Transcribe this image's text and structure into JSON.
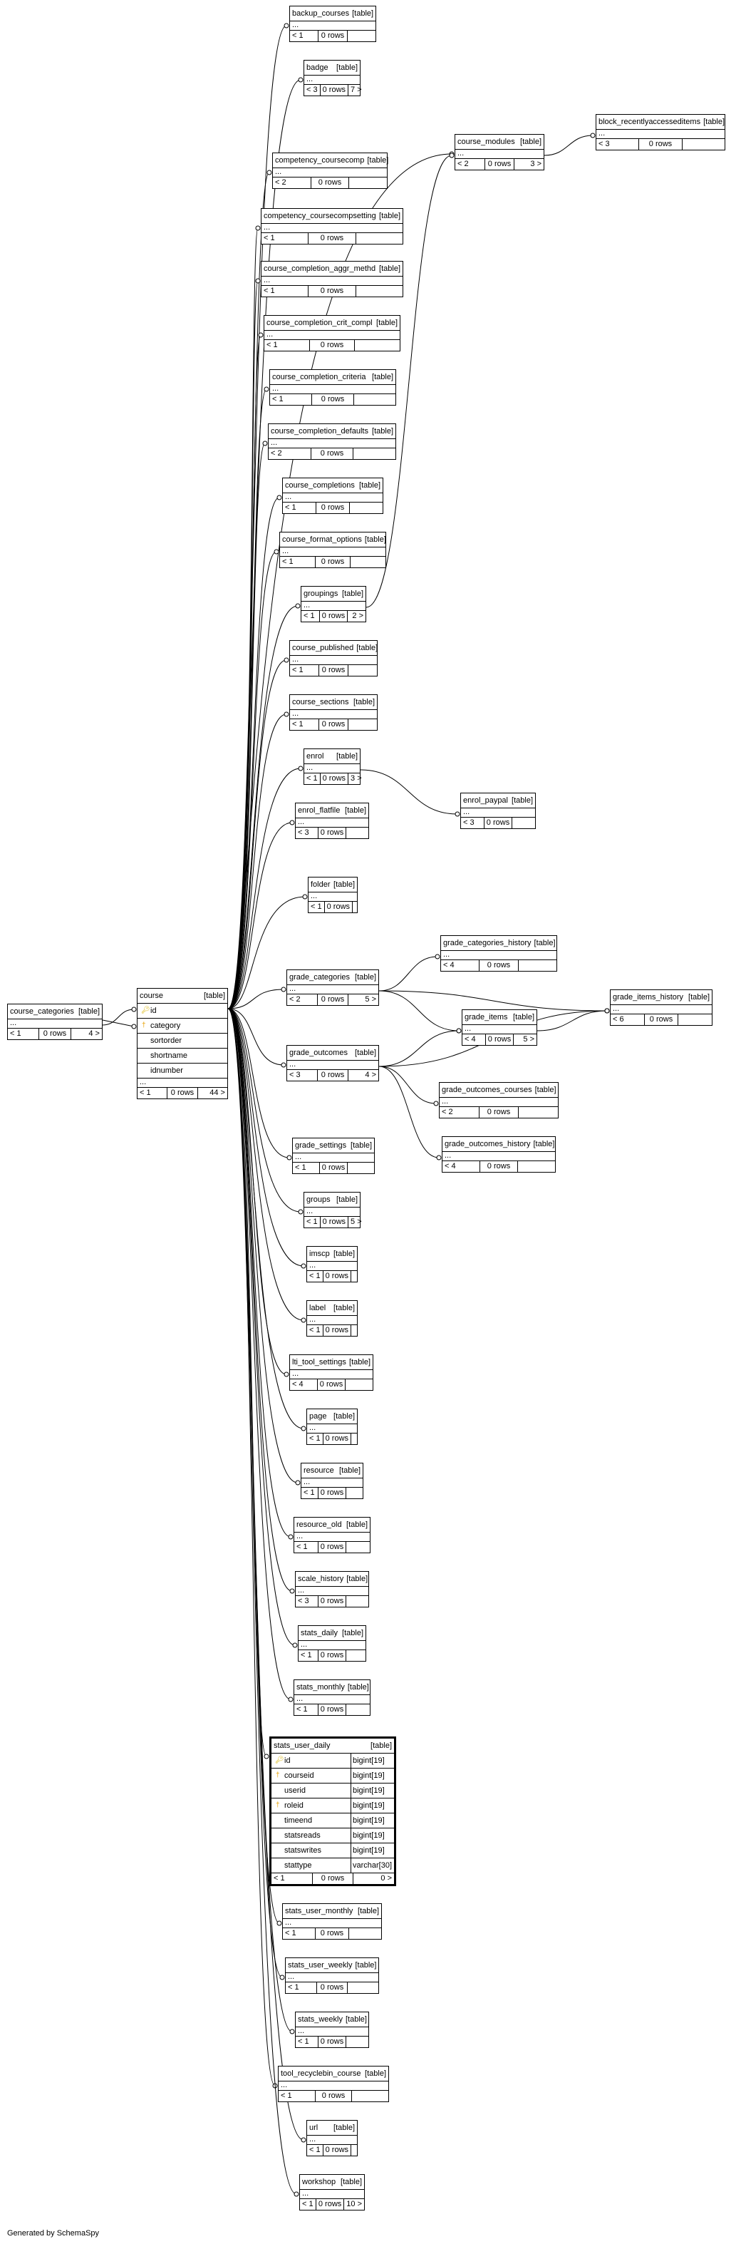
{
  "footer": "Generated by SchemaSpy",
  "kind_label": "[table]",
  "ellipsis": "...",
  "tables": [
    {
      "id": "backup_courses",
      "name": "backup_courses",
      "parents": "< 1",
      "rows": "0 rows",
      "children": ""
    },
    {
      "id": "badge",
      "name": "badge",
      "parents": "< 3",
      "rows": "0 rows",
      "children": "7 >"
    },
    {
      "id": "block_recentlyaccesseditems",
      "name": "block_recentlyaccesseditems",
      "parents": "< 3",
      "rows": "0 rows",
      "children": ""
    },
    {
      "id": "course_modules",
      "name": "course_modules",
      "parents": "< 2",
      "rows": "0 rows",
      "children": "3 >"
    },
    {
      "id": "competency_coursecomp",
      "name": "competency_coursecomp",
      "parents": "< 2",
      "rows": "0 rows",
      "children": ""
    },
    {
      "id": "competency_coursecompsetting",
      "name": "competency_coursecompsetting",
      "parents": "< 1",
      "rows": "0 rows",
      "children": ""
    },
    {
      "id": "course_completion_aggr_methd",
      "name": "course_completion_aggr_methd",
      "parents": "< 1",
      "rows": "0 rows",
      "children": ""
    },
    {
      "id": "course_completion_crit_compl",
      "name": "course_completion_crit_compl",
      "parents": "< 1",
      "rows": "0 rows",
      "children": ""
    },
    {
      "id": "course_completion_criteria",
      "name": "course_completion_criteria",
      "parents": "< 1",
      "rows": "0 rows",
      "children": ""
    },
    {
      "id": "course_completion_defaults",
      "name": "course_completion_defaults",
      "parents": "< 2",
      "rows": "0 rows",
      "children": ""
    },
    {
      "id": "course_completions",
      "name": "course_completions",
      "parents": "< 1",
      "rows": "0 rows",
      "children": ""
    },
    {
      "id": "course_format_options",
      "name": "course_format_options",
      "parents": "< 1",
      "rows": "0 rows",
      "children": ""
    },
    {
      "id": "groupings",
      "name": "groupings",
      "parents": "< 1",
      "rows": "0 rows",
      "children": "2 >"
    },
    {
      "id": "course_published",
      "name": "course_published",
      "parents": "< 1",
      "rows": "0 rows",
      "children": ""
    },
    {
      "id": "course_sections",
      "name": "course_sections",
      "parents": "< 1",
      "rows": "0 rows",
      "children": ""
    },
    {
      "id": "enrol",
      "name": "enrol",
      "parents": "< 1",
      "rows": "0 rows",
      "children": "3 >"
    },
    {
      "id": "enrol_paypal",
      "name": "enrol_paypal",
      "parents": "< 3",
      "rows": "0 rows",
      "children": ""
    },
    {
      "id": "enrol_flatfile",
      "name": "enrol_flatfile",
      "parents": "< 3",
      "rows": "0 rows",
      "children": ""
    },
    {
      "id": "folder",
      "name": "folder",
      "parents": "< 1",
      "rows": "0 rows",
      "children": ""
    },
    {
      "id": "grade_categories_history",
      "name": "grade_categories_history",
      "parents": "< 4",
      "rows": "0 rows",
      "children": ""
    },
    {
      "id": "course_categories",
      "name": "course_categories",
      "parents": "< 1",
      "rows": "0 rows",
      "children": "4 >"
    },
    {
      "id": "grade_categories",
      "name": "grade_categories",
      "parents": "< 2",
      "rows": "0 rows",
      "children": "5 >"
    },
    {
      "id": "grade_items_history",
      "name": "grade_items_history",
      "parents": "< 6",
      "rows": "0 rows",
      "children": ""
    },
    {
      "id": "grade_items",
      "name": "grade_items",
      "parents": "< 4",
      "rows": "0 rows",
      "children": "5 >"
    },
    {
      "id": "grade_outcomes",
      "name": "grade_outcomes",
      "parents": "< 3",
      "rows": "0 rows",
      "children": "4 >"
    },
    {
      "id": "grade_outcomes_courses",
      "name": "grade_outcomes_courses",
      "parents": "< 2",
      "rows": "0 rows",
      "children": ""
    },
    {
      "id": "grade_outcomes_history",
      "name": "grade_outcomes_history",
      "parents": "< 4",
      "rows": "0 rows",
      "children": ""
    },
    {
      "id": "grade_settings",
      "name": "grade_settings",
      "parents": "< 1",
      "rows": "0 rows",
      "children": ""
    },
    {
      "id": "groups",
      "name": "groups",
      "parents": "< 1",
      "rows": "0 rows",
      "children": "5 >"
    },
    {
      "id": "imscp",
      "name": "imscp",
      "parents": "< 1",
      "rows": "0 rows",
      "children": ""
    },
    {
      "id": "label",
      "name": "label",
      "parents": "< 1",
      "rows": "0 rows",
      "children": ""
    },
    {
      "id": "lti_tool_settings",
      "name": "lti_tool_settings",
      "parents": "< 4",
      "rows": "0 rows",
      "children": ""
    },
    {
      "id": "page",
      "name": "page",
      "parents": "< 1",
      "rows": "0 rows",
      "children": ""
    },
    {
      "id": "resource",
      "name": "resource",
      "parents": "< 1",
      "rows": "0 rows",
      "children": ""
    },
    {
      "id": "resource_old",
      "name": "resource_old",
      "parents": "< 1",
      "rows": "0 rows",
      "children": ""
    },
    {
      "id": "scale_history",
      "name": "scale_history",
      "parents": "< 3",
      "rows": "0 rows",
      "children": ""
    },
    {
      "id": "stats_daily",
      "name": "stats_daily",
      "parents": "< 1",
      "rows": "0 rows",
      "children": ""
    },
    {
      "id": "stats_monthly",
      "name": "stats_monthly",
      "parents": "< 1",
      "rows": "0 rows",
      "children": ""
    },
    {
      "id": "stats_user_monthly",
      "name": "stats_user_monthly",
      "parents": "< 1",
      "rows": "0 rows",
      "children": ""
    },
    {
      "id": "stats_user_weekly",
      "name": "stats_user_weekly",
      "parents": "< 1",
      "rows": "0 rows",
      "children": ""
    },
    {
      "id": "stats_weekly",
      "name": "stats_weekly",
      "parents": "< 1",
      "rows": "0 rows",
      "children": ""
    },
    {
      "id": "tool_recyclebin_course",
      "name": "tool_recyclebin_course",
      "parents": "< 1",
      "rows": "0 rows",
      "children": ""
    },
    {
      "id": "url",
      "name": "url",
      "parents": "< 1",
      "rows": "0 rows",
      "children": ""
    },
    {
      "id": "workshop",
      "name": "workshop",
      "parents": "< 1",
      "rows": "0 rows",
      "children": "10 >"
    }
  ],
  "course": {
    "name": "course",
    "columns": [
      {
        "name": "id",
        "key": "pk"
      },
      {
        "name": "category",
        "key": "fk"
      },
      {
        "name": "sortorder",
        "key": ""
      },
      {
        "name": "shortname",
        "key": ""
      },
      {
        "name": "idnumber",
        "key": ""
      }
    ],
    "parents": "< 1",
    "rows": "0 rows",
    "children": "44 >"
  },
  "stats_user_daily": {
    "name": "stats_user_daily",
    "columns": [
      {
        "name": "id",
        "type": "bigint[19]",
        "key": "pk"
      },
      {
        "name": "courseid",
        "type": "bigint[19]",
        "key": "fk"
      },
      {
        "name": "userid",
        "type": "bigint[19]",
        "key": ""
      },
      {
        "name": "roleid",
        "type": "bigint[19]",
        "key": "fk"
      },
      {
        "name": "timeend",
        "type": "bigint[19]",
        "key": ""
      },
      {
        "name": "statsreads",
        "type": "bigint[19]",
        "key": ""
      },
      {
        "name": "statswrites",
        "type": "bigint[19]",
        "key": ""
      },
      {
        "name": "stattype",
        "type": "varchar[30]",
        "key": ""
      }
    ],
    "parents": "< 1",
    "rows": "0 rows",
    "children": "0 >"
  }
}
